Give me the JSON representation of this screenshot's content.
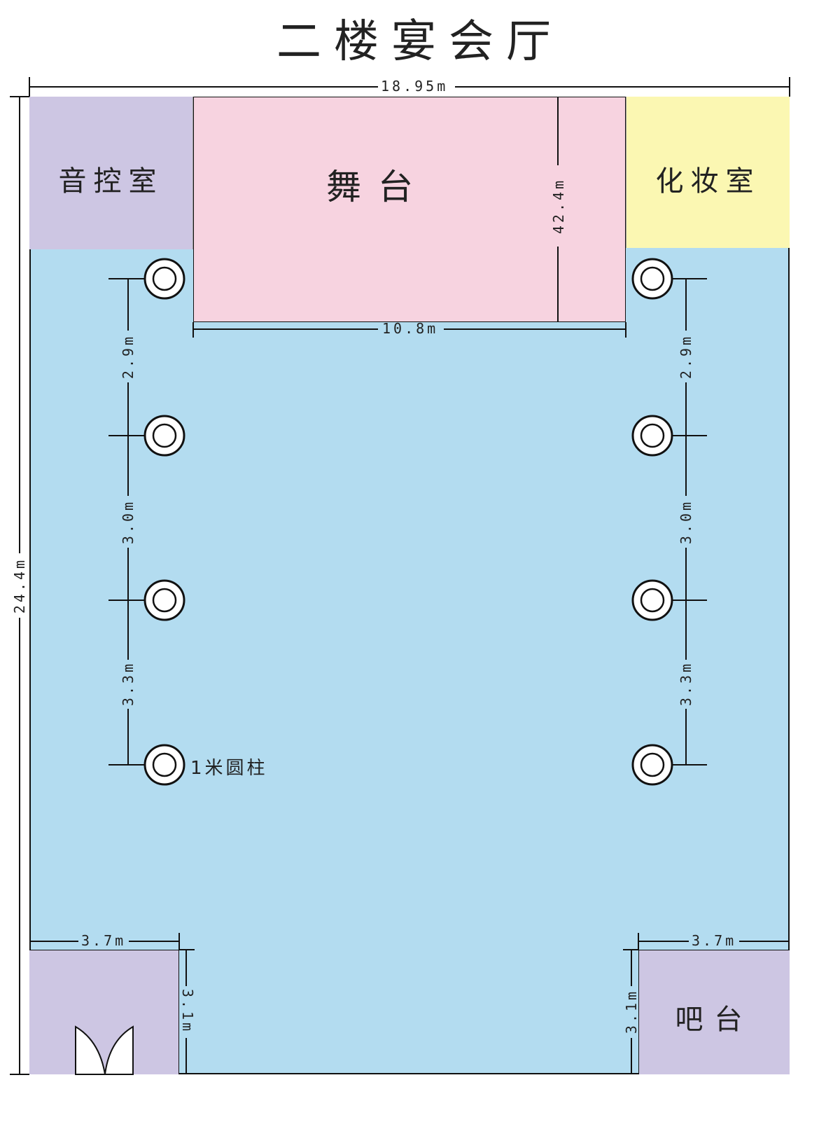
{
  "title": "二楼宴会厅",
  "rooms": {
    "sound_control": "音控室",
    "stage": "舞台",
    "dressing": "化妆室",
    "bar": "吧台"
  },
  "dimensions": {
    "total_width": "18.95m",
    "total_depth": "24.4m",
    "stage_width": "10.8m",
    "stage_depth": "42.4m",
    "left_span_1": "2.9m",
    "left_span_2": "3.0m",
    "left_span_3": "3.3m",
    "right_span_1": "2.9m",
    "right_span_2": "3.0m",
    "right_span_3": "3.3m",
    "entry_width": "3.7m",
    "entry_depth": "3.1m",
    "bar_width": "3.7m",
    "bar_depth": "3.1m"
  },
  "pillar_note": "1米圆柱",
  "colors": {
    "hall": "#b3dcf0",
    "sound_control": "#cdc6e3",
    "stage": "#f7d3e0",
    "dressing": "#fbf7b2",
    "bar": "#cdc6e3",
    "entry": "#cdc6e3",
    "line": "#111111"
  }
}
